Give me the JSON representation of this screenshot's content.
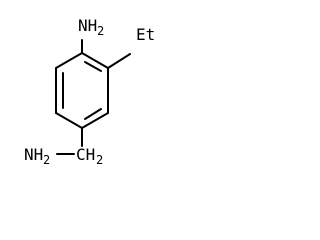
{
  "molecule": {
    "labels": {
      "top_amine_main": "NH",
      "top_amine_sub": "2",
      "ethyl": "Et",
      "bottom_amine_main": "NH",
      "bottom_amine_sub": "2",
      "methylene_main": "CH",
      "methylene_sub": "2"
    }
  }
}
